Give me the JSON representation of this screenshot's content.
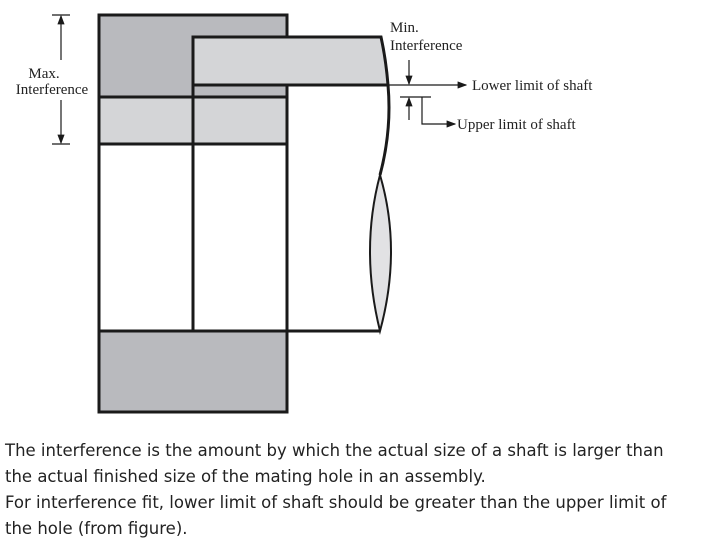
{
  "figure": {
    "max_label_1": "Max.",
    "max_label_2": "Interference",
    "min_label_1": "Min.",
    "min_label_2": "Interference",
    "lower_limit": "Lower limit of shaft",
    "upper_limit": "Upper limit of shaft",
    "colors": {
      "dark_fill": "#b9babe",
      "light_fill": "#d4d5d7",
      "line": "#1a1a1a"
    }
  },
  "text": {
    "line1": "The interference is the amount by which the actual size of a shaft is larger than",
    "line2": "the actual finished size of the mating hole in an assembly.",
    "line3": "For interference fit, lower limit of shaft should be greater than the upper limit of",
    "line4": "the hole (from figure)."
  }
}
